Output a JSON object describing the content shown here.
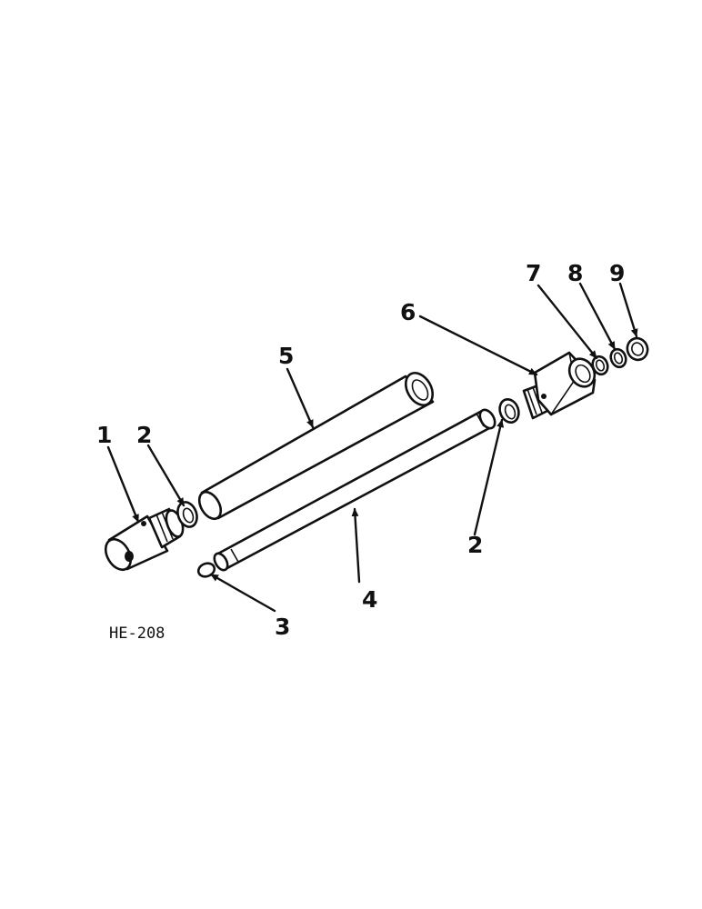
{
  "drawing_code": "HE-208",
  "callouts": [
    {
      "id": "c1",
      "label": "1"
    },
    {
      "id": "c2a",
      "label": "2"
    },
    {
      "id": "c2b",
      "label": "2"
    },
    {
      "id": "c3",
      "label": "3"
    },
    {
      "id": "c4",
      "label": "4"
    },
    {
      "id": "c5",
      "label": "5"
    },
    {
      "id": "c6",
      "label": "6"
    },
    {
      "id": "c7",
      "label": "7"
    },
    {
      "id": "c8",
      "label": "8"
    },
    {
      "id": "c9",
      "label": "9"
    }
  ]
}
